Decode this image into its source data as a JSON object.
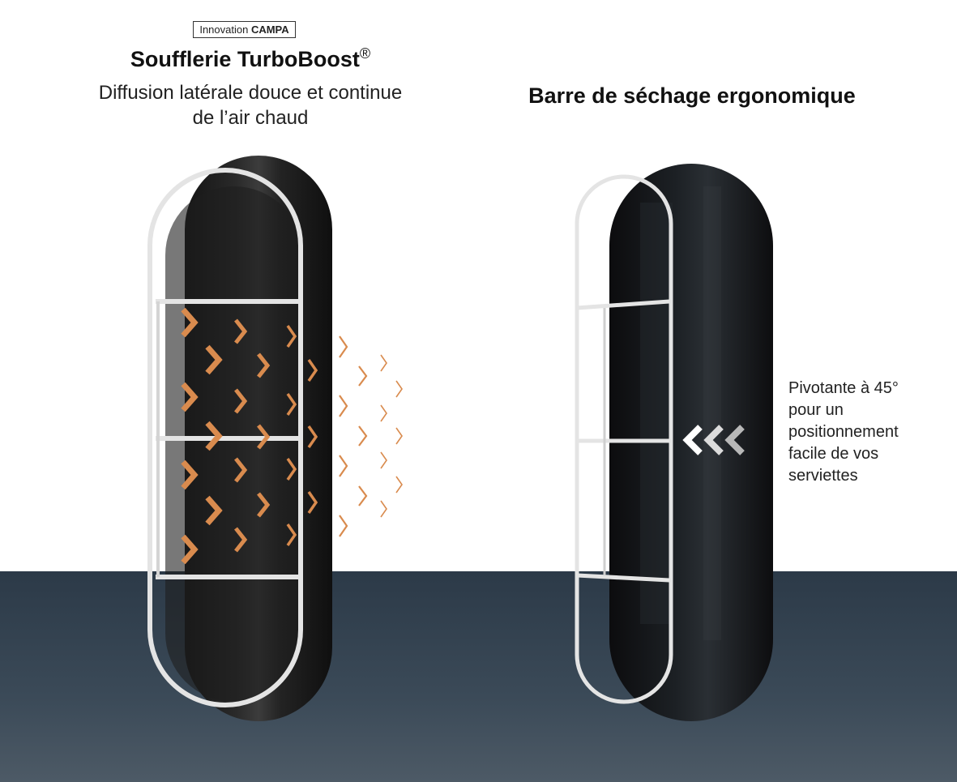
{
  "badge": {
    "prefix": "Innovation",
    "brand": "CAMPA"
  },
  "left": {
    "title": "Soufflerie TurboBoost",
    "trademark": "®",
    "subtitle_line1": "Diffusion latérale douce et continue",
    "subtitle_line2": "de l’air chaud"
  },
  "right": {
    "title": "Barre de séchage ergonomique",
    "annotation": [
      "Pivotante à 45°",
      "pour un",
      "positionnement",
      "facile de vos",
      "serviettes"
    ]
  },
  "colors": {
    "accent_orange": "#d98b4e",
    "panel_black": "#1b1b1b",
    "rail_white": "#e6e6e6",
    "floor": "#2e3c4a"
  },
  "icons": [
    "airflow-chevron-icon",
    "rotation-chevron-icon"
  ]
}
